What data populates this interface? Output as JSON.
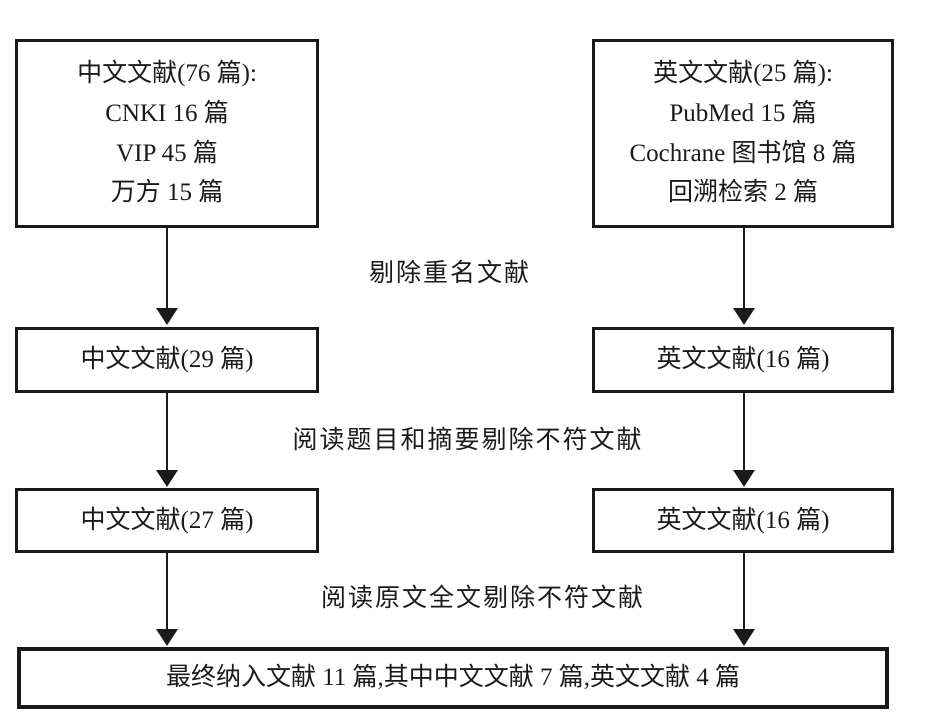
{
  "colors": {
    "ink": "#1a1a1a",
    "background": "#ffffff"
  },
  "flowchart": {
    "boxes": {
      "cn_initial": {
        "lines": [
          "中文文献(76 篇):",
          "CNKI 16 篇",
          "VIP 45 篇",
          "万方 15 篇"
        ]
      },
      "en_initial": {
        "lines": [
          "英文文献(25 篇):",
          "PubMed 15 篇",
          "Cochrane 图书馆 8 篇",
          "回溯检索 2 篇"
        ]
      },
      "cn_after_dedup": "中文文献(29 篇)",
      "en_after_dedup": "英文文献(16 篇)",
      "cn_after_title_abstract": "中文文献(27 篇)",
      "en_after_title_abstract": "英文文献(16 篇)",
      "final": "最终纳入文献 11 篇,其中中文文献 7 篇,英文文献 4 篇"
    },
    "labels": {
      "step1_dedup": "剔除重名文献",
      "step2_title_abstract": "阅读题目和摘要剔除不符文献",
      "step3_full_text": "阅读原文全文剔除不符文献"
    }
  }
}
